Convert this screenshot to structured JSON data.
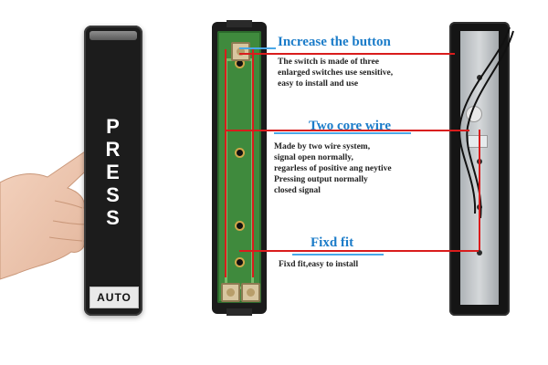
{
  "panel_front": {
    "press_letters": [
      "P",
      "R",
      "E",
      "S",
      "S"
    ],
    "auto_label": "AUTO"
  },
  "callouts": [
    {
      "title": "Increase the button",
      "lines": [
        "The switch is made of three",
        "enlarged switches use sensitive,",
        "easy to install and use"
      ]
    },
    {
      "title": "Two core wire",
      "lines": [
        "Made by two wire system,",
        "signal open normally,",
        "regarless of positive ang neytive",
        "Pressing output normally",
        "closed signal"
      ]
    },
    {
      "title": "Fixd fit",
      "lines": [
        "Fixd fit,easy to install"
      ]
    }
  ],
  "colors": {
    "title_blue": "#1b7cc9",
    "callout_red": "#d91c1c",
    "pcb_green": "#3f8a3d",
    "body_black": "#1c1c1c"
  },
  "icons": {
    "hand": "pointing-hand-icon",
    "switch": "tactile-switch-icon",
    "screw_hole": "screw-hole-icon"
  }
}
